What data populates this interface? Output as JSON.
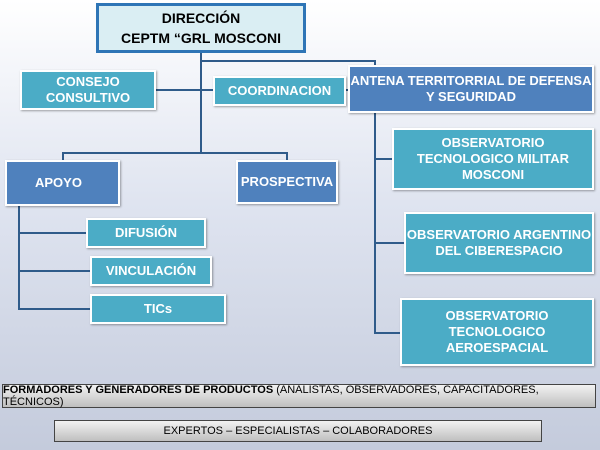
{
  "top": {
    "line1": "DIRECCIÓN",
    "line2": "CEPTM “GRL MOSCONI"
  },
  "consejo": "CONSEJO CONSULTIVO",
  "coordinacion": "COORDINACION",
  "antena": "ANTENA TERRITORRIAL DE DEFENSA Y SEGURIDAD",
  "apoyo": "APOYO",
  "prospectiva": "PROSPECTIVA",
  "apoyo_children": [
    "DIFUSIÓN",
    "VINCULACIÓN",
    "TICs"
  ],
  "observatorios": [
    "OBSERVATORIO TECNOLOGICO MILITAR MOSCONI",
    "OBSERVATORIO ARGENTINO DEL CIBERESPACIO",
    "OBSERVATORIO TECNOLOGICO AEROESPACIAL"
  ],
  "footer": {
    "formadores_bold": "FORMADORES  Y GENERADORES  DE  PRODUCTOS",
    "formadores_rest": " (ANALISTAS,  OBSERVADORES,  CAPACITADORES,  TÉCNICOS)",
    "expertos": "EXPERTOS – ESPECIALISTAS – COLABORADORES"
  },
  "colors": {
    "teal": "#4bacc6",
    "blue": "#4f81bd",
    "top_fill": "#daeef3",
    "top_border": "#2e75b6",
    "connector": "#2f5b8a"
  }
}
